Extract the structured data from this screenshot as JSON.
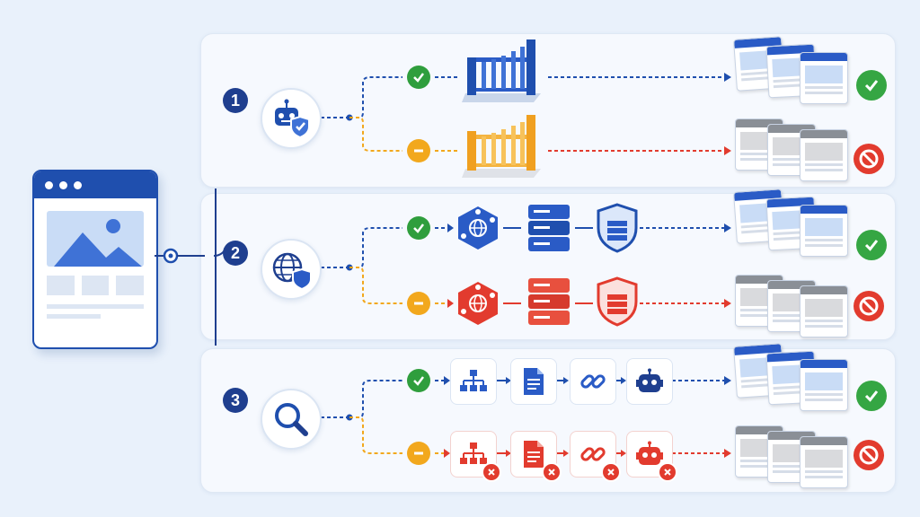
{
  "steps": [
    {
      "number": "1",
      "icon": "robot-shield-icon",
      "allowed_gate": "open-gate-icon",
      "blocked_gate": "blocked-gate-icon"
    },
    {
      "number": "2",
      "icon": "globe-shield-icon",
      "allowed_chain": [
        "network-node-icon",
        "server-icon",
        "firewall-icon"
      ],
      "blocked_chain": [
        "network-node-icon",
        "server-icon",
        "firewall-icon"
      ]
    },
    {
      "number": "3",
      "icon": "search-icon",
      "allowed_chain": [
        "sitemap-icon",
        "document-icon",
        "link-icon",
        "robot-icon"
      ],
      "blocked_chain": [
        "sitemap-icon",
        "document-icon",
        "link-icon",
        "robot-icon"
      ]
    }
  ],
  "colors": {
    "accent": "#1f4fae",
    "allowed": "#2f9e3d",
    "warning": "#f2a81d",
    "blocked": "#e23b2e",
    "orange_gate": "#f0a020"
  }
}
